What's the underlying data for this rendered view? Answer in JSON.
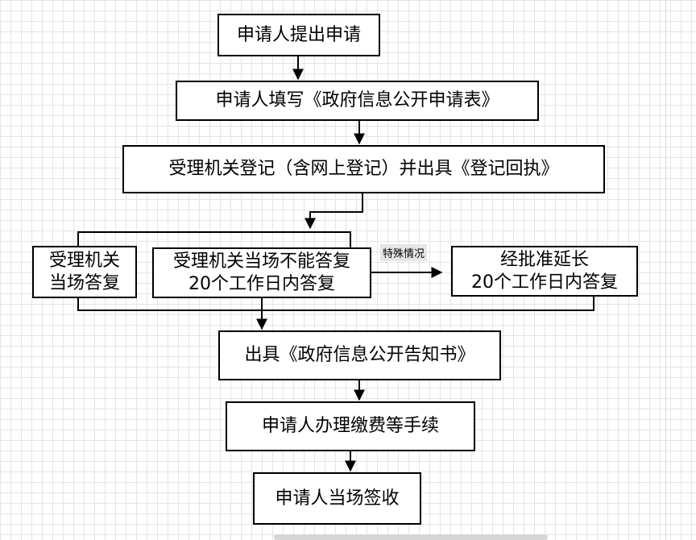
{
  "nodes": {
    "apply": "申请人提出申请",
    "fill_form": "申请人填写《政府信息公开申请表》",
    "register": "受理机关登记（含网上登记）并出具《登记回执》",
    "on_site_answer": {
      "line1": "受理机关",
      "line2": "当场答复"
    },
    "not_on_site": {
      "line1": "受理机关当场不能答复",
      "line2": "20个工作日内答复"
    },
    "extension": {
      "line1": "经批准延长",
      "line2": "20个工作日内答复"
    },
    "notice": "出具《政府信息公开告知书》",
    "fee": "申请人办理缴费等手续",
    "sign": "申请人当场签收"
  },
  "edge_labels": {
    "special_case": "特殊情况"
  }
}
